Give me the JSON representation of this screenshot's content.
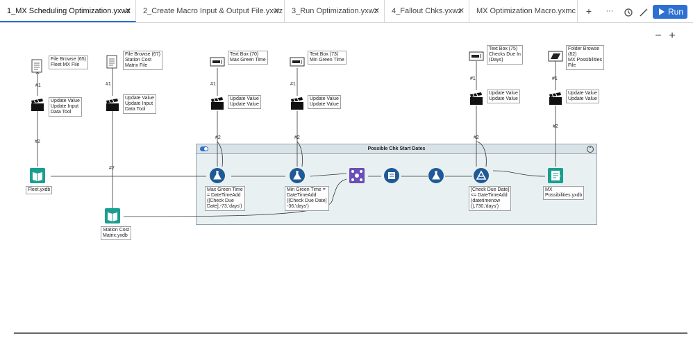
{
  "tabs": [
    {
      "label": "1_MX Scheduling Optimization.yxwz",
      "active": true
    },
    {
      "label": "2_Create Macro Input & Output File.yxwz",
      "active": false
    },
    {
      "label": "3_Run Optimization.yxwz",
      "active": false
    },
    {
      "label": "4_Fallout Chks.yxwz",
      "active": false
    },
    {
      "label": "MX Optimization Macro.yxmc",
      "active": false
    }
  ],
  "toolbar": {
    "add": "+",
    "more": "···",
    "run_label": "Run"
  },
  "zoom": {
    "minus": "−",
    "plus": "+"
  },
  "container": {
    "title": "Possible Chk Start Dates"
  },
  "annotations": {
    "fb65": [
      "File Browse (65)",
      "Fleet MX File"
    ],
    "fb67": [
      "File Browse (67)",
      "Station Cost",
      "Matrix File"
    ],
    "tb70": [
      "Text Box (70)",
      "Max Green Time"
    ],
    "tb73": [
      "Text Box (73)",
      "Min Green Time"
    ],
    "tb75": [
      "Text Box (75)",
      "Checks Due In",
      "(Days)"
    ],
    "fold82": [
      "Folder Browse",
      "(82)",
      "MX Possibilities",
      "File"
    ],
    "uv1": [
      "Update Value",
      "Update Input",
      "Data Tool"
    ],
    "uv2": [
      "Update Value",
      "Update Input",
      "Data Tool"
    ],
    "uv3": [
      "Update Value",
      "Update Value"
    ],
    "uv4": [
      "Update Value",
      "Update Value"
    ],
    "uv5": [
      "Update Value",
      "Update Value"
    ],
    "uv6": [
      "Update Value",
      "Update Value"
    ],
    "fleet": [
      "Fleet.yxdb"
    ],
    "station": [
      "Station Cost",
      "Matrix.yxdb"
    ],
    "f1": [
      "Max Green Time",
      "= DateTimeAdd",
      "([Check Due",
      "Date],-73,'days')"
    ],
    "f2": [
      "Min Green Time =",
      "DateTimeAdd",
      "([Check Due Date]",
      "-36,'days')"
    ],
    "filt": [
      "[Check Due Date]",
      "<= DateTimeAdd",
      "(datetimenow",
      "(),730,'days')"
    ],
    "out": [
      "MX",
      "Possibilities.yxdb"
    ]
  },
  "counts": {
    "c1": "#1",
    "c2": "#2"
  },
  "colors": {
    "accent": "#2e6fd2",
    "input_tool": "#1a9e8f",
    "formula_tool": "#1f5a96",
    "join_tool": "#6b4fb8"
  }
}
